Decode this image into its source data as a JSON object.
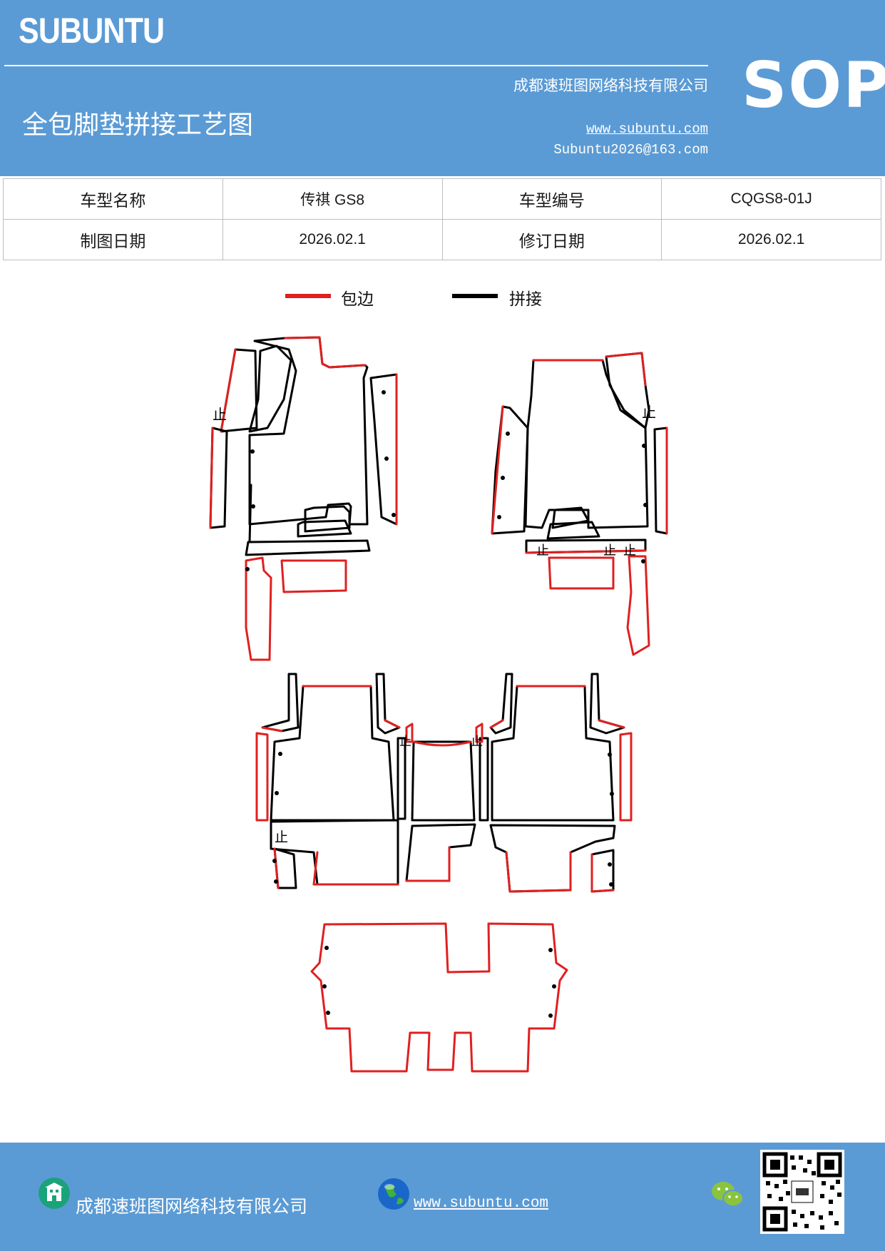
{
  "header": {
    "brand": "SUBUNTU",
    "company": "成都速班图网络科技有限公司",
    "title": "全包脚垫拼接工艺图",
    "website": "www.subuntu.com",
    "email": "Subuntu2026@163.com",
    "badge": "SOP"
  },
  "info_table": {
    "rows": [
      [
        "车型名称",
        "传祺 GS8",
        "车型编号",
        "CQGS8-01J"
      ],
      [
        "制图日期",
        "2026.02.1",
        "修订日期",
        "2026.02.1"
      ]
    ]
  },
  "legend": {
    "edge_label": "包边",
    "edge_color": "#e02020",
    "seam_label": "拼接",
    "seam_color": "#000000"
  },
  "marks": {
    "stop_glyph": "止"
  },
  "footer": {
    "company": "成都速班图网络科技有限公司",
    "website": "www.subuntu.com"
  },
  "icons": [
    "building-icon",
    "globe-icon",
    "wechat-icon",
    "qr-code"
  ]
}
